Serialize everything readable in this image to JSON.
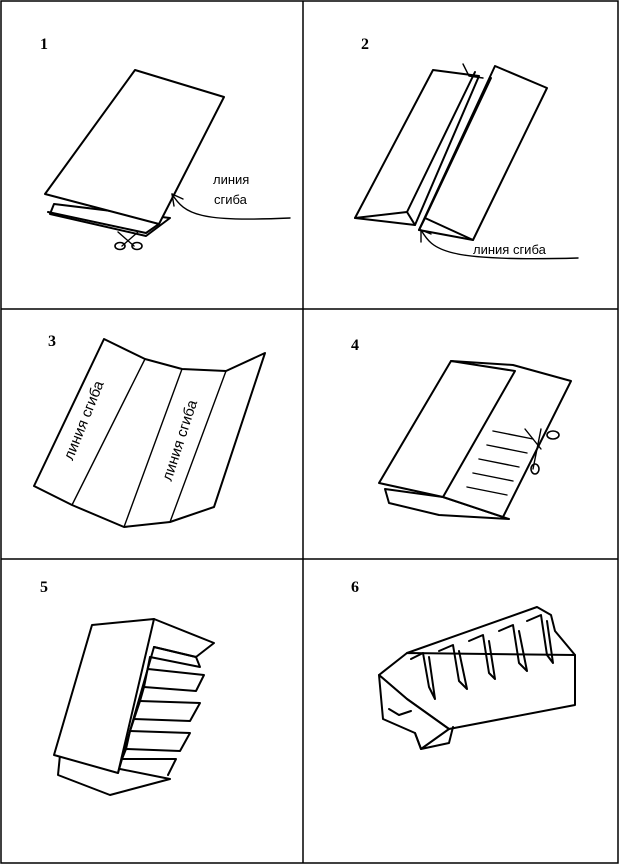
{
  "panels": [
    {
      "number": "1",
      "label_line1": "линия",
      "label_line2": "сгиба"
    },
    {
      "number": "2",
      "label": "линия сгиба"
    },
    {
      "number": "3",
      "label_left": "линия сгиба",
      "label_right": "линия сгиба"
    },
    {
      "number": "4"
    },
    {
      "number": "5"
    },
    {
      "number": "6"
    }
  ],
  "icons": [
    "scissors-icon"
  ]
}
